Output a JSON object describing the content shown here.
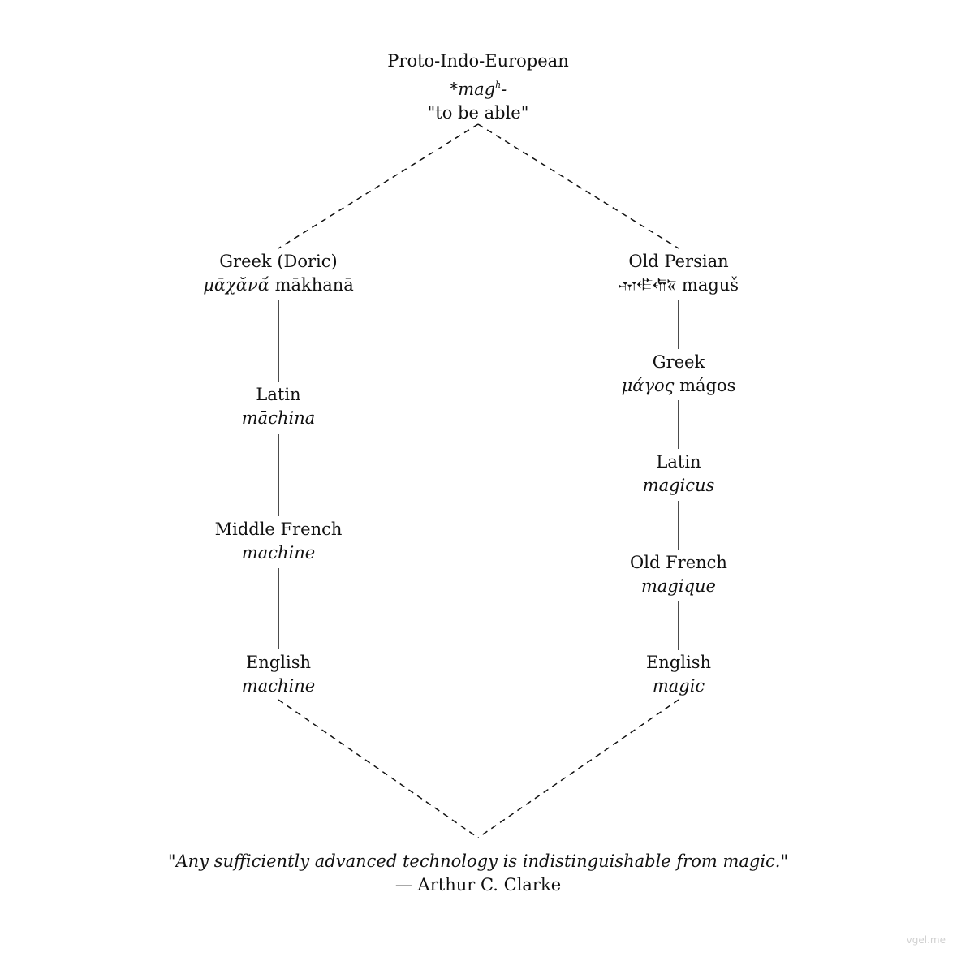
{
  "root": {
    "language": "Proto-Indo-European",
    "form_prefix": "*mag",
    "form_sup": "h",
    "form_suffix": "-",
    "gloss": "\"to be able\""
  },
  "left_branch": [
    {
      "language": "Greek (Doric)",
      "form_native": "μᾱχᾰνᾱ́",
      "form_translit": "mākhanā"
    },
    {
      "language": "Latin",
      "form_native": "",
      "form_translit": "māchina"
    },
    {
      "language": "Middle French",
      "form_native": "",
      "form_translit": "machine"
    },
    {
      "language": "English",
      "form_native": "",
      "form_translit": "machine"
    }
  ],
  "right_branch": [
    {
      "language": "Old Persian",
      "form_native": "𐎶𐎦𐎢𐏁",
      "form_translit": "maguš"
    },
    {
      "language": "Greek",
      "form_native": "μάγος",
      "form_translit": "mágos"
    },
    {
      "language": "Latin",
      "form_native": "",
      "form_translit": "magicus"
    },
    {
      "language": "Old French",
      "form_native": "",
      "form_translit": "magique"
    },
    {
      "language": "English",
      "form_native": "",
      "form_translit": "magic"
    }
  ],
  "quote": {
    "text": "\"Any sufficiently advanced technology is indistinguishable from magic.\"",
    "attribution": "— Arthur C. Clarke"
  },
  "watermark": "vgel.me",
  "colors": {
    "text": "#111111",
    "line": "#111111",
    "watermark": "#d0d0d0"
  }
}
